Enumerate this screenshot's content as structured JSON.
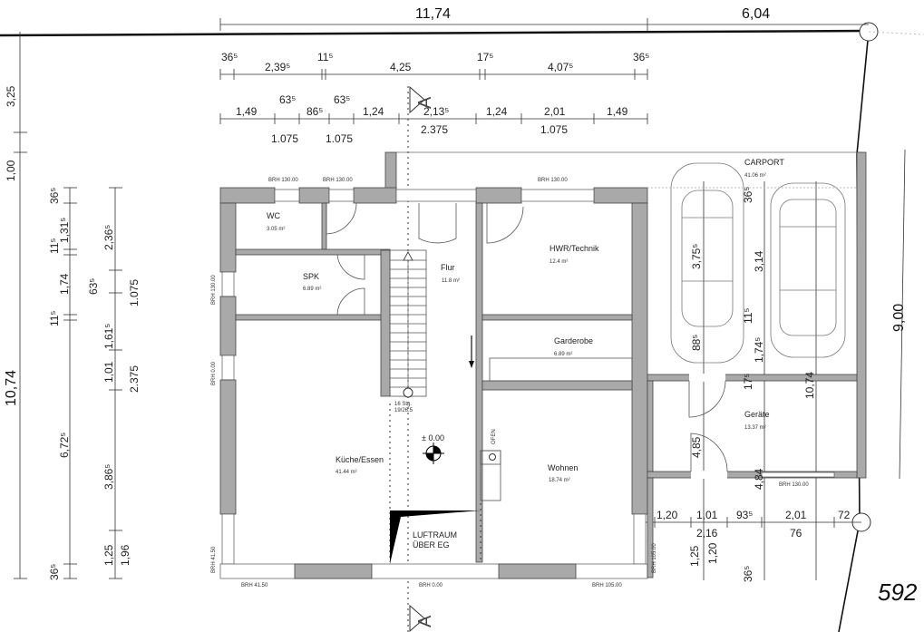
{
  "title": "Grundriss Erdgeschoss",
  "top_dims": {
    "total_house": "11,74",
    "total_carport": "6,04"
  },
  "row1": [
    "36⁵",
    "2,39⁵",
    "11⁵",
    "4,25",
    "17⁵",
    "4,07⁵",
    "36⁵"
  ],
  "row2": [
    "1,49",
    "63⁵",
    "86⁵",
    "63⁵",
    "1,24",
    "2,13⁵",
    "1,24",
    "2,01",
    "1,49"
  ],
  "row2_below": [
    "1.075",
    "1.075",
    "2.375",
    "1.075"
  ],
  "left_outer": [
    "3,25",
    "1,00",
    "10,74"
  ],
  "left_col1": [
    "36⁵",
    "1,31⁵",
    "11⁵",
    "1,74",
    "11⁵",
    "6,72⁵",
    "36⁵"
  ],
  "left_col2": [
    "2,36⁵",
    "63⁵",
    "1.075",
    "1,61⁵",
    "1,01",
    "2.375",
    "3,86⁵",
    "1,25",
    "1,96"
  ],
  "carport_dims": [
    "3,75⁵",
    "88⁵",
    "36⁵",
    "3,14",
    "11⁵",
    "1,74⁵",
    "17⁵",
    "10,74",
    "4,85",
    "4,84",
    "9,00"
  ],
  "bottom_right_dims": [
    "1,20",
    "1,01",
    "93⁵",
    "2,01",
    "72",
    "2,16",
    "76",
    "1,25",
    "1,20",
    "36⁵"
  ],
  "parcel_number": "592",
  "brh": {
    "top": [
      "BRH 130.00",
      "BRH 130.00",
      "BRH 130.00"
    ],
    "left": [
      "BRH 130.00",
      "BRH 0.00",
      "BRH 41.50"
    ],
    "bottom": [
      "BRH 41.50",
      "BRH 0.00",
      "BRH 105.00"
    ],
    "right": "BRH 105.00",
    "geraete": "BRH 130.00"
  },
  "rooms": {
    "wc": {
      "name": "WC",
      "area": "3.05 m²"
    },
    "spk": {
      "name": "SPK",
      "area": "6.89 m²"
    },
    "flur": {
      "name": "Flur",
      "area": "11.8 m²"
    },
    "hwr": {
      "name": "HWR/Technik",
      "area": "12.4 m²"
    },
    "garderobe": {
      "name": "Garderobe",
      "area": "6.89 m²"
    },
    "kueche": {
      "name": "Küche/Essen",
      "area": "41.44 m²"
    },
    "wohnen": {
      "name": "Wohnen",
      "area": "18.74 m²"
    },
    "carport": {
      "name": "CARPORT",
      "area": "41.06 m²"
    },
    "geraete": {
      "name": "Geräte",
      "area": "13.37 m²"
    }
  },
  "luftraum": [
    "LUFTRAUM",
    "ÜBER EG"
  ],
  "stair": [
    "16 Stg.",
    "19/26.5"
  ],
  "level": "± 0.00",
  "ofen": "OFEN",
  "section_marker": "A"
}
